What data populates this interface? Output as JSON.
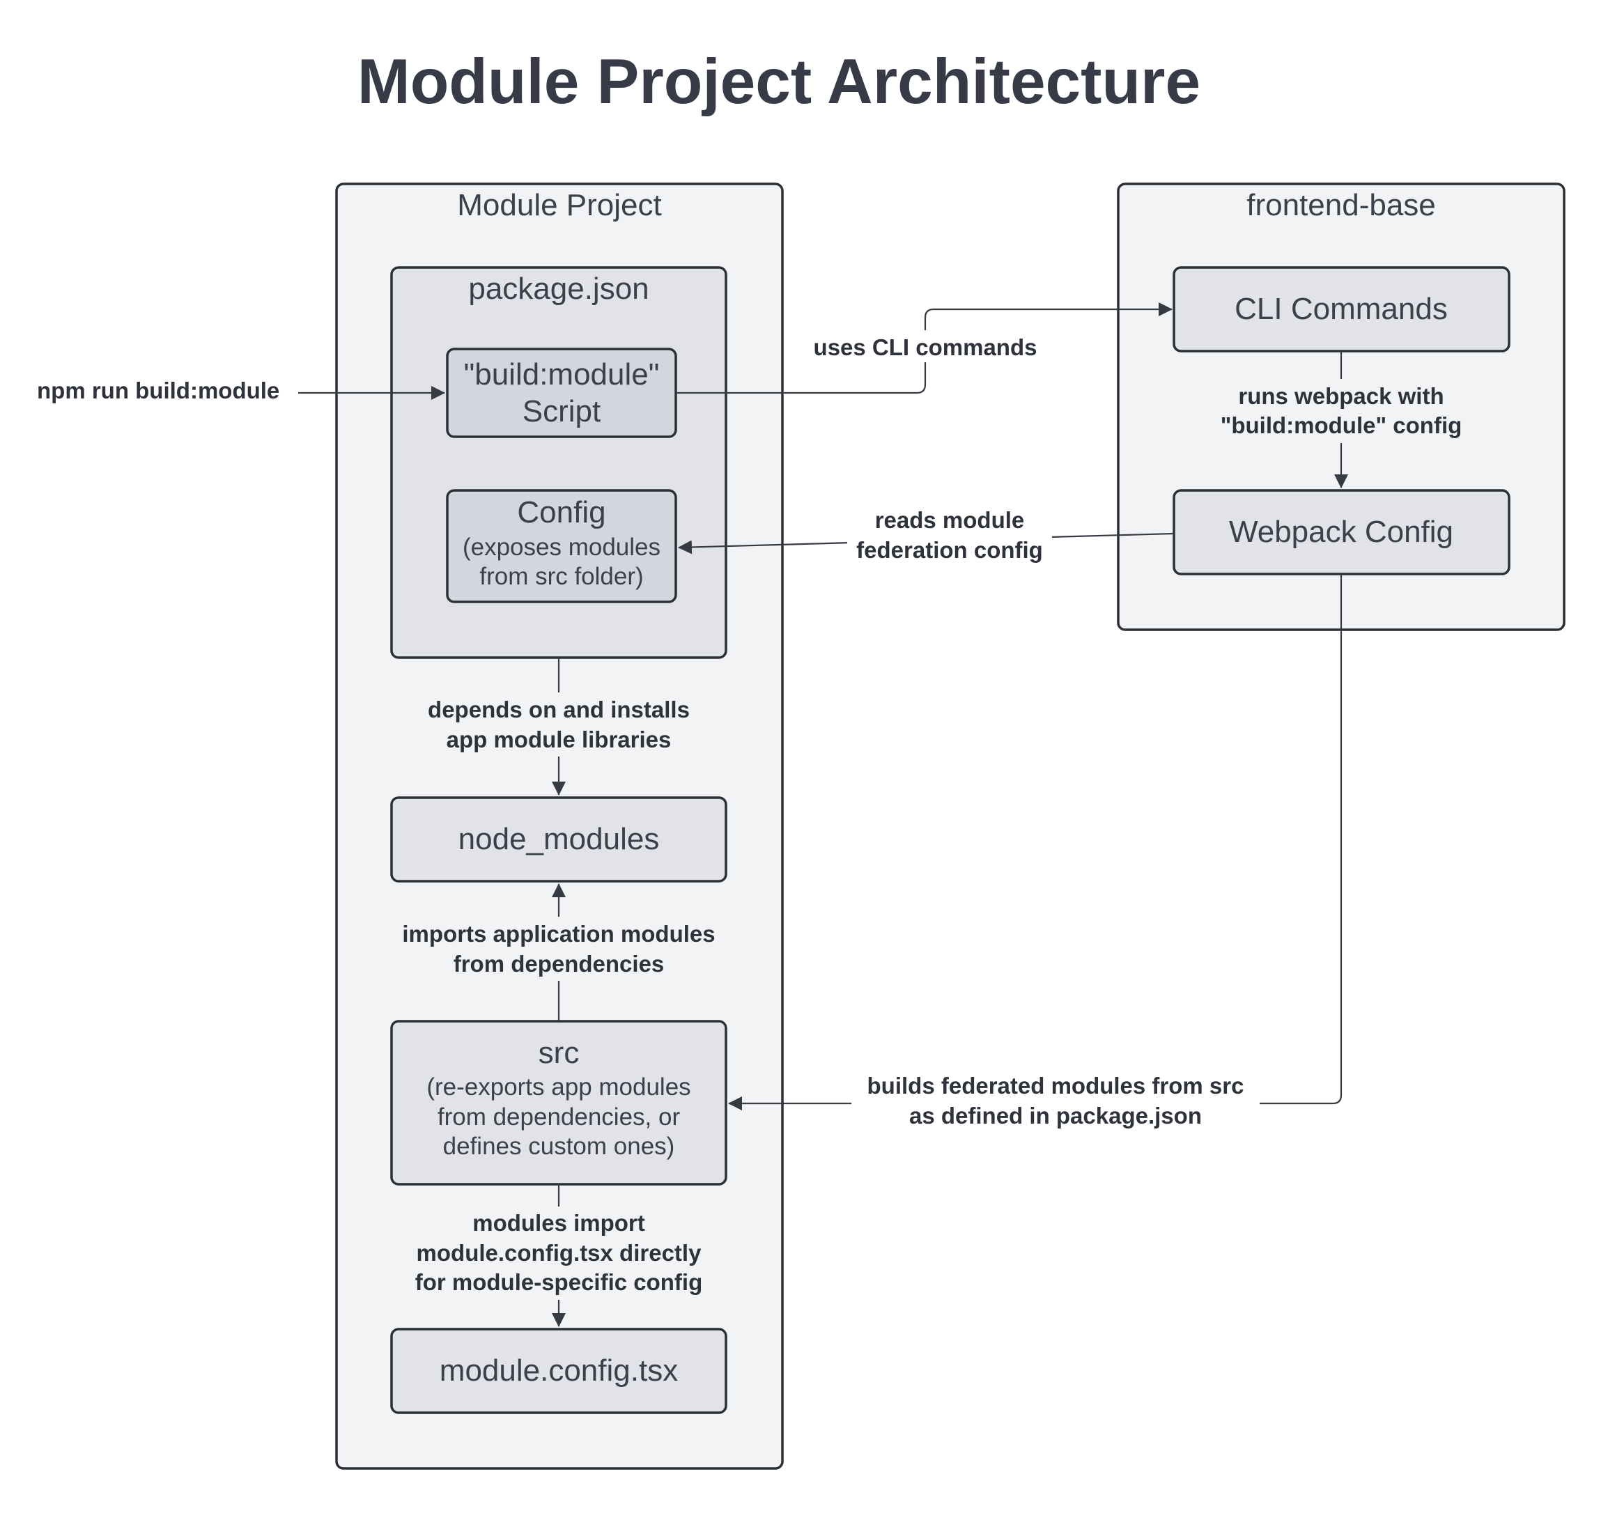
{
  "title": "Module Project Architecture",
  "groups": {
    "module_project": "Module Project",
    "frontend_base": "frontend-base",
    "package_json": "package.json"
  },
  "nodes": {
    "build_script": {
      "line1": "\"build:module\"",
      "line2": "Script"
    },
    "config": {
      "line1": "Config",
      "sub1": "(exposes modules",
      "sub2": "from src folder)"
    },
    "node_modules": {
      "label": "node_modules"
    },
    "src": {
      "line1": "src",
      "sub1": "(re-exports app modules",
      "sub2": "from dependencies, or",
      "sub3": "defines custom ones)"
    },
    "module_config": {
      "label": "module.config.tsx"
    },
    "cli_commands": {
      "label": "CLI Commands"
    },
    "webpack_config": {
      "label": "Webpack Config"
    }
  },
  "edges": {
    "npm_run": "npm run build:module",
    "uses_cli": "uses CLI commands",
    "runs_webpack": {
      "line1": "runs webpack with",
      "line2": "\"build:module\" config"
    },
    "reads_module": {
      "line1": "reads module",
      "line2": "federation config"
    },
    "depends_on": {
      "line1": "depends on and installs",
      "line2": "app module libraries"
    },
    "imports_app": {
      "line1": "imports application modules",
      "line2": "from dependencies"
    },
    "builds_federated": {
      "line1": "builds federated modules from src",
      "line2": "as defined in package.json"
    },
    "modules_import": {
      "line1": "modules import",
      "line2": "module.config.tsx directly",
      "line3": "for module-specific config"
    }
  }
}
